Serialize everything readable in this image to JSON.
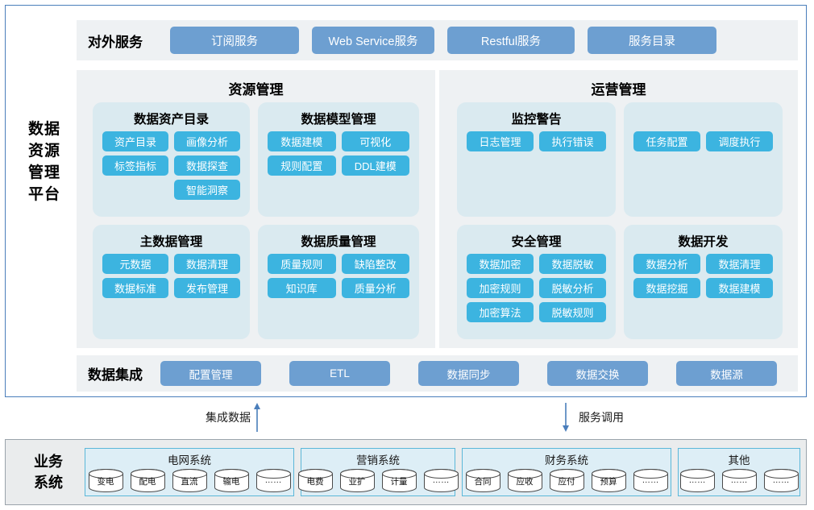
{
  "platform": {
    "title_lines": [
      "数据",
      "资源",
      "管理",
      "平台"
    ],
    "external_services": {
      "label": "对外服务",
      "buttons": [
        {
          "label": "订阅服务"
        },
        {
          "label": "Web Service服务"
        },
        {
          "label": "Restful服务"
        },
        {
          "label": "服务目录"
        }
      ]
    },
    "domains": [
      {
        "title": "资源管理",
        "cards": [
          {
            "title": "数据资产目录",
            "chips": [
              "资产目录",
              "画像分析",
              "标签指标",
              "数据探查",
              "",
              "智能洞察"
            ]
          },
          {
            "title": "数据模型管理",
            "chips": [
              "数据建模",
              "可视化",
              "规则配置",
              "DDL建模"
            ]
          },
          {
            "title": "主数据管理",
            "chips": [
              "元数据",
              "数据清理",
              "数据标准",
              "发布管理"
            ]
          },
          {
            "title": "数据质量管理",
            "chips": [
              "质量规则",
              "缺陷整改",
              "知识库",
              "质量分析"
            ]
          }
        ]
      },
      {
        "title": "运营管理",
        "cards": [
          {
            "title": "监控警告",
            "chips": [
              "日志管理",
              "执行错误"
            ]
          },
          {
            "title": "",
            "chips": [
              "任务配置",
              "调度执行"
            ]
          },
          {
            "title": "安全管理",
            "chips": [
              "数据加密",
              "数据脱敏",
              "加密规则",
              "脱敏分析",
              "加密算法",
              "脱敏规则"
            ]
          },
          {
            "title": "数据开发",
            "chips": [
              "数据分析",
              "数据清理",
              "数据挖掘",
              "数据建模"
            ]
          }
        ]
      }
    ],
    "integration": {
      "label": "数据集成",
      "buttons": [
        {
          "label": "配置管理"
        },
        {
          "label": "ETL"
        },
        {
          "label": "数据同步"
        },
        {
          "label": "数据交换"
        },
        {
          "label": "数据源"
        }
      ]
    }
  },
  "connectors": [
    {
      "label": "集成数据",
      "direction": "up"
    },
    {
      "label": "服务调用",
      "direction": "down"
    }
  ],
  "business": {
    "title_lines": [
      "业务",
      "系统"
    ],
    "groups": [
      {
        "title": "电网系统",
        "databases": [
          "变电",
          "配电",
          "直流",
          "输电",
          "……"
        ]
      },
      {
        "title": "营销系统",
        "databases": [
          "电费",
          "业扩",
          "计量",
          "……"
        ]
      },
      {
        "title": "财务系统",
        "databases": [
          "合同",
          "应收",
          "应付",
          "预算",
          "……"
        ]
      },
      {
        "title": "其他",
        "databases": [
          "……",
          "……",
          "……"
        ]
      }
    ]
  },
  "colors": {
    "frame_border": "#4a7ebb",
    "section_bg": "#eef1f3",
    "card_bg": "#daeaf0",
    "chip_bg": "#3cb4e0",
    "service_btn_bg": "#6d9fd1",
    "biz_box_bg": "#eaeced",
    "biz_group_bg": "#ddeef6",
    "biz_group_border": "#5bb7d8",
    "arrow_color": "#4a7ebb"
  }
}
